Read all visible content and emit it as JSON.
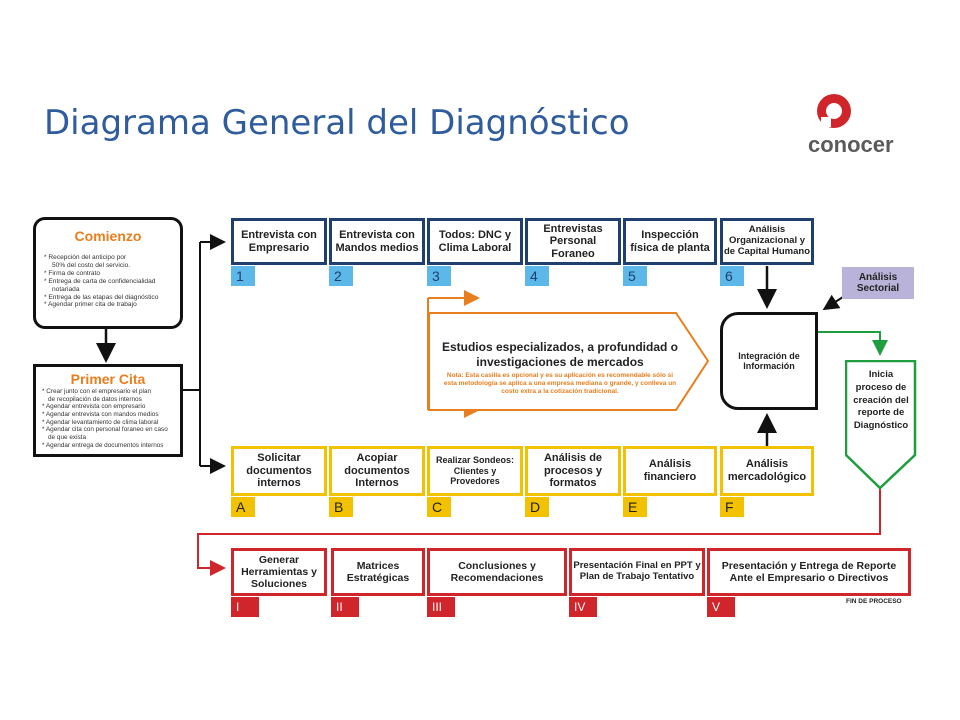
{
  "title": "Diagrama General del Diagnóstico",
  "logo": {
    "text": "conocer"
  },
  "comienzo": {
    "heading": "Comienzo",
    "items": [
      "* Recepción del anticipo por",
      "50% del costo del servicio.",
      "* Firma de contrato",
      "* Entrega de carta de confidencialidad",
      "notariada",
      "* Entrega de las etapas del diagnóstico",
      "* Agendar primer cita de trabajo"
    ]
  },
  "primer_cita": {
    "heading": "Primer Cita",
    "items": [
      "* Crear junto con el empresario el plan",
      "de recopilación de datos internos",
      "* Agendar entrevista con empresario",
      "* Agendar entrevista con mandos medios",
      "* Agendar levantamiento de clima laboral",
      "* Agendar cita con personal foraneo en caso",
      "de que exista",
      "* Agendar entrega de documentos internos"
    ]
  },
  "top_row": [
    {
      "label": "Entrevista con Empresario",
      "tag": "1"
    },
    {
      "label": "Entrevista con Mandos medios",
      "tag": "2"
    },
    {
      "label": "Todos: DNC y Clima Laboral",
      "tag": "3"
    },
    {
      "label": "Entrevistas Personal Foraneo",
      "tag": "4"
    },
    {
      "label": "Inspección física de planta",
      "tag": "5"
    },
    {
      "label": "Análisis Organizacional y de Capital Humano",
      "tag": "6"
    }
  ],
  "middle_row": [
    {
      "label": "Solicitar documentos internos",
      "tag": "A"
    },
    {
      "label": "Acopiar documentos Internos",
      "tag": "B"
    },
    {
      "label": "Realizar Sondeos: Clientes y Provedores",
      "tag": "C"
    },
    {
      "label": "Análisis de procesos y formatos",
      "tag": "D"
    },
    {
      "label": "Análisis financiero",
      "tag": "E"
    },
    {
      "label": "Análisis mercadológico",
      "tag": "F"
    }
  ],
  "bottom_row": [
    {
      "label": "Generar Herramientas y Soluciones",
      "tag": "I"
    },
    {
      "label": "Matrices Estratégicas",
      "tag": "II"
    },
    {
      "label": "Conclusiones y Recomendaciones",
      "tag": "III"
    },
    {
      "label": "Presentación Final en PPT y Plan de Trabajo Tentativo",
      "tag": "IV"
    },
    {
      "label": "Presentación y Entrega de Reporte Ante el Empresario o Directivos",
      "tag": "V"
    }
  ],
  "estudios": {
    "title": "Estudios especializados, a profundidad o investigaciones de mercados",
    "note": "Nota: Esta casilla es opcional y es su aplicación es recomendable sólo si esta metodología se aplica a una empresa mediana o grande, y conlleva un costo extra a la cotización tradicional."
  },
  "analisis_sectorial": "Análisis Sectorial",
  "integracion": "Integración de Información",
  "inicia": "Inicia proceso de creación del reporte de Diagnóstico",
  "fin": "FIN DE PROCESO",
  "colors": {
    "title": "#2e5c9c",
    "blue_border": "#1f3f6e",
    "blue_tag": "#5bb8e8",
    "yellow": "#f2c200",
    "red": "#d0262b",
    "orange": "#e87e1e",
    "green": "#1e9e3e",
    "purple": "#b9b3d9"
  }
}
